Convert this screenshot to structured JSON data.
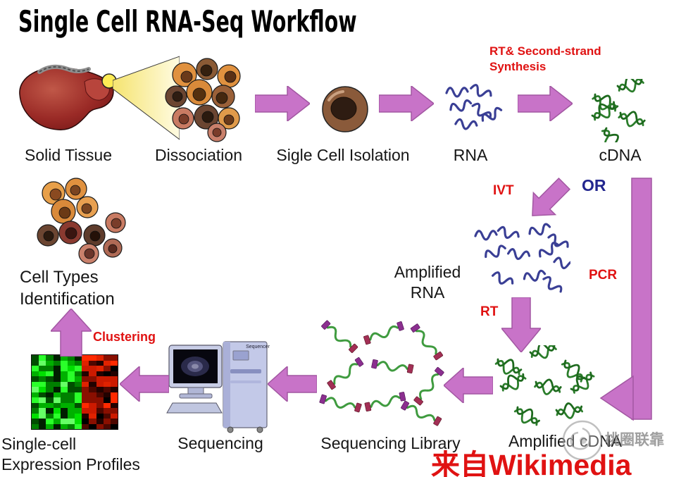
{
  "title": "Single Cell RNA-Seq Workflow",
  "attribution": "来自Wikimedia",
  "watermark": {
    "text": "桃圈联靠"
  },
  "palette": {
    "arrow": "#c873c8",
    "arrow_stroke": "#a257a2",
    "red": "#e01212",
    "navy": "#22268e",
    "rna_blue": "#3a3f95",
    "dna_green": "#2b7d2b",
    "heat_greens": [
      "#00e000",
      "#00b000",
      "#2aff2a",
      "#008000",
      "#004d00",
      "#66ff66",
      "#001f00"
    ],
    "heat_reds": [
      "#ff2a00",
      "#cc1a00",
      "#8a0f00",
      "#4d0700",
      "#220200",
      "#000000",
      "#e02200"
    ]
  },
  "nodes": {
    "solid_tissue": "Solid Tissue",
    "dissociation": "Dissociation",
    "single_cell_isolation": "Sigle Cell Isolation",
    "rna": "RNA",
    "cdna": "cDNA",
    "amplified_rna_1": "Amplified",
    "amplified_rna_2": "RNA",
    "amplified_cdna": "Amplified cDNA",
    "sequencing_library": "Sequencing Library",
    "sequencing": "Sequencing",
    "expression_profiles_1": "Single-cell",
    "expression_profiles_2": "Expression Profiles",
    "cell_types_1": "Cell Types",
    "cell_types_2": "Identification"
  },
  "edges": {
    "rt_second_strand_1": "RT& Second-strand",
    "rt_second_strand_2": "Synthesis",
    "ivt": "IVT",
    "or": "OR",
    "pcr": "PCR",
    "rt": "RT",
    "clustering": "Clustering"
  },
  "sequencer": {
    "label": "Sequencer"
  }
}
